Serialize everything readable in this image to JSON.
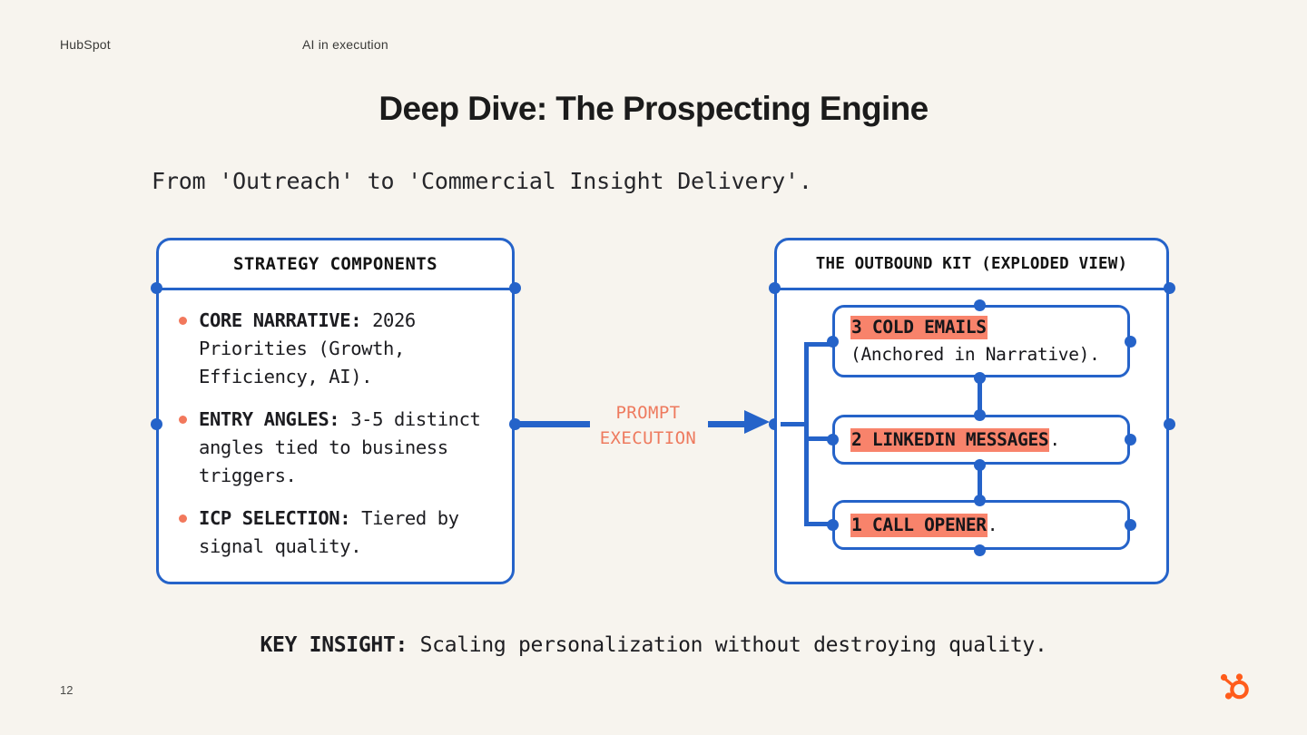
{
  "header": {
    "brand": "HubSpot",
    "section": "AI in execution"
  },
  "title": "Deep Dive: The Prospecting Engine",
  "subtitle": "From 'Outreach' to 'Commercial Insight Delivery'.",
  "left_panel": {
    "heading": "STRATEGY COMPONENTS",
    "bullets": [
      {
        "label": "CORE NARRATIVE:",
        "text": " 2026 Priorities (Growth, Efficiency, AI)."
      },
      {
        "label": "ENTRY ANGLES:",
        "text": " 3-5 distinct angles tied to business triggers."
      },
      {
        "label": "ICP SELECTION:",
        "text": " Tiered by signal quality."
      }
    ]
  },
  "connector": {
    "label_line1": "PROMPT",
    "label_line2": "EXECUTION",
    "arrow_icon": "arrow-right-icon",
    "color": "#EE7A5E",
    "line_color": "#2563C9"
  },
  "right_panel": {
    "heading": "THE OUTBOUND KIT (EXPLODED VIEW)",
    "items": [
      {
        "highlight": "3 COLD EMAILS",
        "rest": "",
        "second_line": "(Anchored in Narrative)."
      },
      {
        "highlight": "2 LINKEDIN MESSAGES",
        "rest": ".",
        "second_line": ""
      },
      {
        "highlight": "1 CALL OPENER",
        "rest": ".",
        "second_line": ""
      }
    ],
    "highlight_color": "#F8836B"
  },
  "key_insight": {
    "label": "KEY INSIGHT:",
    "text": " Scaling personalization without destroying quality."
  },
  "footer": {
    "page_number": "12",
    "logo_icon": "hubspot-sprocket-logo",
    "logo_color": "#FF5C1B"
  },
  "theme": {
    "background": "#F7F4EE",
    "accent_blue": "#2563C9",
    "accent_orange": "#F2785C"
  }
}
